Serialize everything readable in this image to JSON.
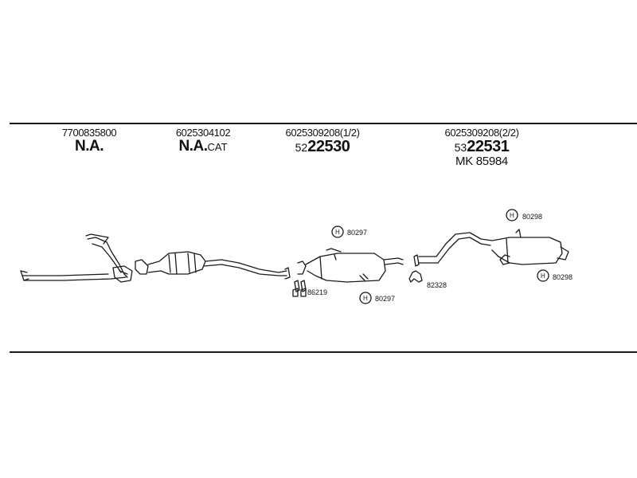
{
  "columns": [
    {
      "part_number": "7700835800",
      "label_main": "N.A.",
      "label_suffix": ""
    },
    {
      "part_number": "6025304102",
      "label_main": "N.A.",
      "label_suffix": "CAT"
    },
    {
      "part_number": "6025309208(1/2)",
      "code_prefix": "52",
      "code_main": "22530"
    },
    {
      "part_number": "6025309208(2/2)",
      "code_prefix": "53",
      "code_main": "22531",
      "mk_label": "MK 85984"
    }
  ],
  "callouts": {
    "c1": "80297",
    "c2": "80297",
    "c3": "86219",
    "c4": "82328",
    "c5": "80298",
    "c6": "80298"
  }
}
